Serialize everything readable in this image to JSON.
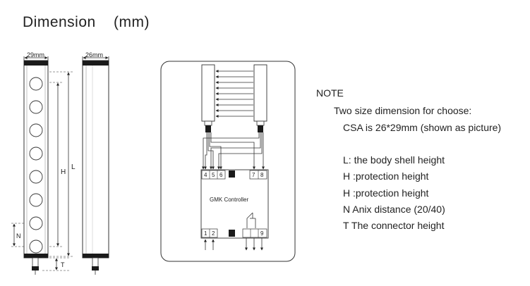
{
  "title": "Dimension    (mm)",
  "dims": {
    "width_a": "29mm",
    "width_b": "26mm",
    "label_h": "H",
    "label_l": "L",
    "label_n": "N",
    "label_t": "T"
  },
  "controller": {
    "name": "GMK Controller",
    "top_terminals": [
      "4",
      "5",
      "6",
      "7",
      "8"
    ],
    "bottom_terminals": [
      "1",
      "2",
      "9"
    ]
  },
  "note": {
    "heading": "NOTE",
    "lines": [
      "Two size dimension for choose:",
      "CSA is 26*29mm (shown as picture)",
      "L: the body shell height",
      "H :protection height",
      "H :protection height",
      "N Anix distance (20/40)",
      "T The connector height"
    ]
  }
}
